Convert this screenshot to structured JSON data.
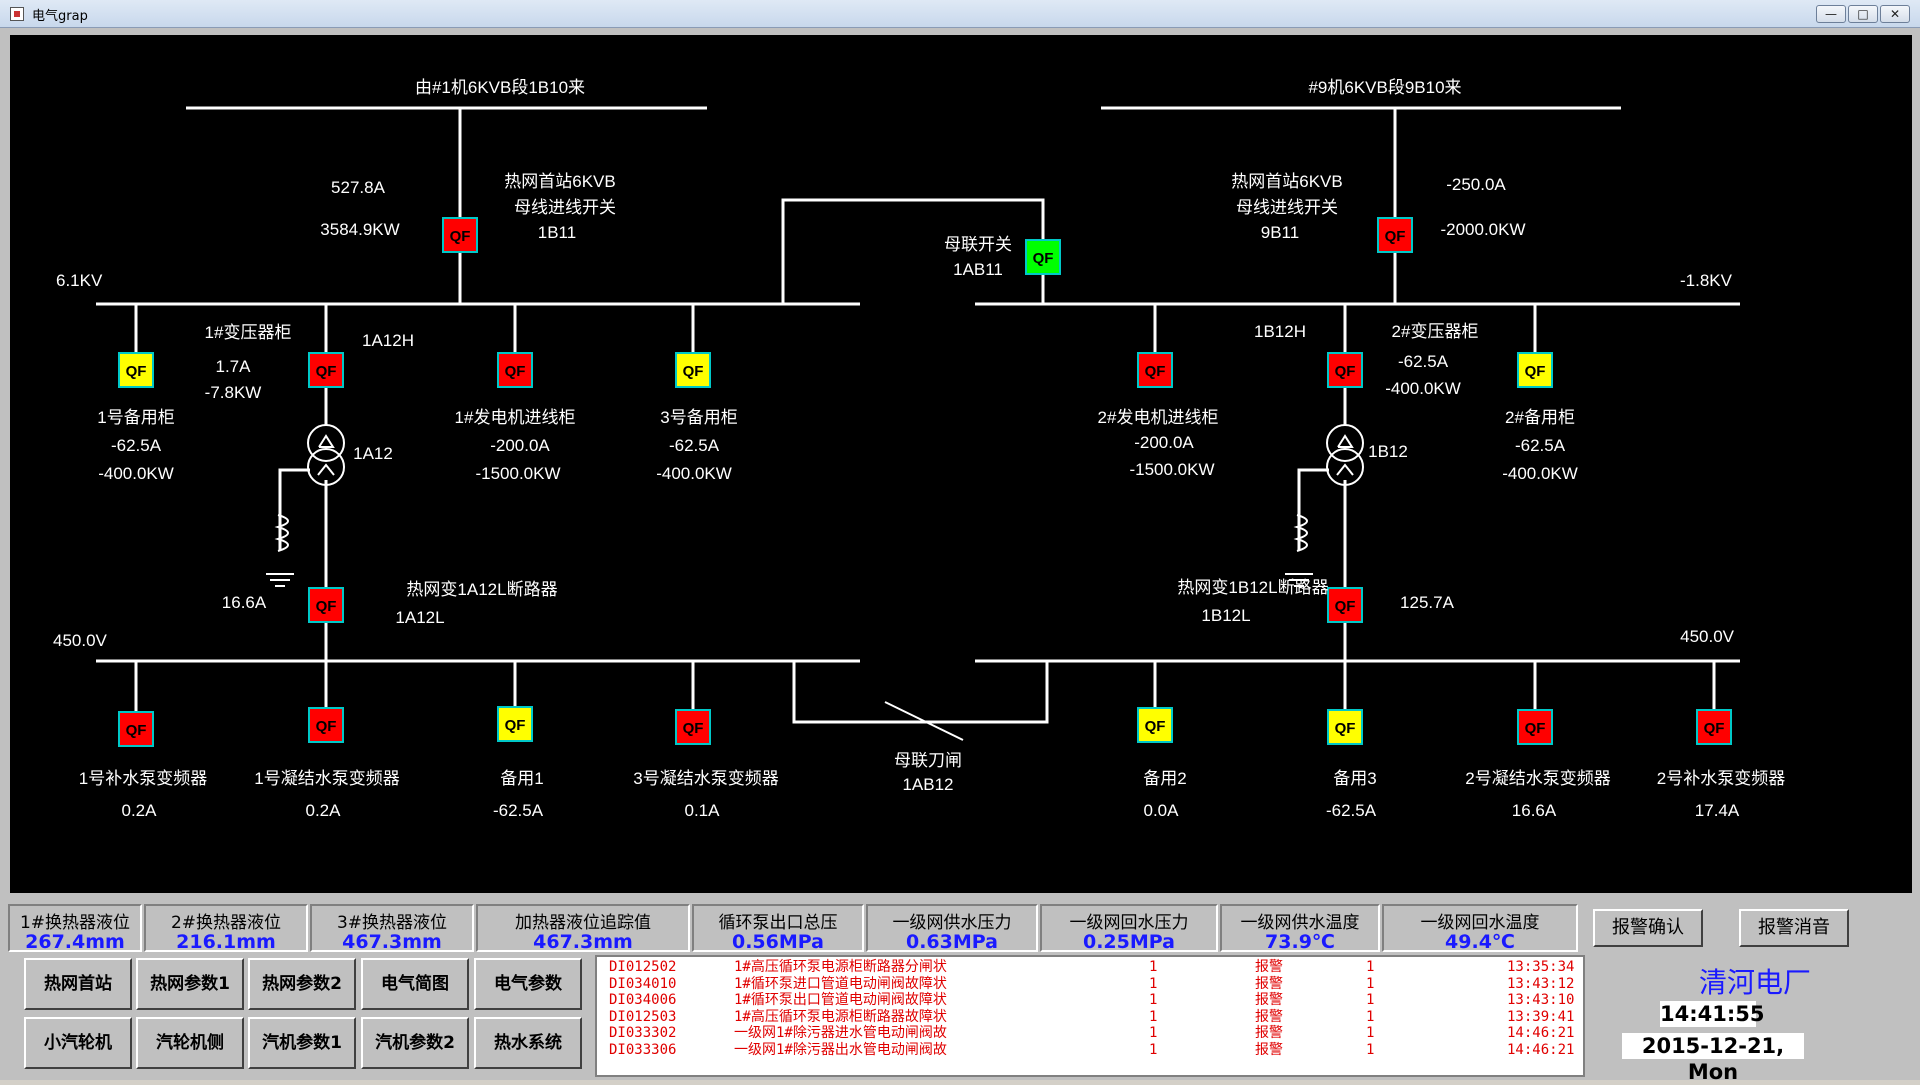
{
  "window": {
    "title": "电气grap"
  },
  "diagram": {
    "bus_labels": {
      "top_left_source": "由#1机6KVB段1B10来",
      "top_right_source": "#9机6KVB段9B10来",
      "left_6kv_voltage": "6.1KV",
      "right_6kv_voltage": "-1.8KV",
      "left_low_voltage": "450.0V",
      "right_low_voltage": "450.0V"
    },
    "incoming_left": {
      "current": "527.8A",
      "power": "3584.9KW",
      "name_l1": "热网首站6KVB",
      "name_l2": "母线进线开关",
      "code": "1B11",
      "state": "closed"
    },
    "incoming_right": {
      "current": "-250.0A",
      "power": "-2000.0KW",
      "name_l1": "热网首站6KVB",
      "name_l2": "母线进线开关",
      "code": "9B11",
      "state": "closed"
    },
    "tie_breaker": {
      "name": "母联开关",
      "code": "1AB11",
      "state": "open"
    },
    "tie_knife": {
      "name": "母联刀闸",
      "code": "1AB12"
    },
    "breaker_label": "QF",
    "feeders_6kv": [
      {
        "name": "1号备用柜",
        "current": "-62.5A",
        "power": "-400.0KW",
        "state": "standby"
      },
      {
        "name": "1#变压器柜",
        "code": "1A12H",
        "current": "1.7A",
        "power": "-7.8KW",
        "state": "closed"
      },
      {
        "name": "1#发电机进线柜",
        "current": "-200.0A",
        "power": "-1500.0KW",
        "state": "closed"
      },
      {
        "name": "3号备用柜",
        "current": "-62.5A",
        "power": "-400.0KW",
        "state": "standby"
      },
      {
        "name": "2#发电机进线柜",
        "current": "-200.0A",
        "power": "-1500.0KW",
        "state": "closed"
      },
      {
        "name": "2#变压器柜",
        "code": "1B12H",
        "current": "-62.5A",
        "power": "-400.0KW",
        "state": "closed"
      },
      {
        "name": "2#备用柜",
        "current": "-62.5A",
        "power": "-400.0KW",
        "state": "standby"
      }
    ],
    "transformers": [
      {
        "code": "1A12",
        "breaker_name": "热网变1A12L断路器",
        "breaker_code": "1A12L",
        "current": "16.6A",
        "state": "closed"
      },
      {
        "code": "1B12",
        "breaker_name": "热网变1B12L断路器",
        "breaker_code": "1B12L",
        "current": "125.7A",
        "state": "closed"
      }
    ],
    "feeders_low": [
      {
        "name": "1号补水泵变频器",
        "current": "0.2A",
        "state": "closed"
      },
      {
        "name": "1号凝结水泵变频器",
        "current": "0.2A",
        "state": "closed"
      },
      {
        "name": "备用1",
        "current": "-62.5A",
        "state": "standby"
      },
      {
        "name": "3号凝结水泵变频器",
        "current": "0.1A",
        "state": "closed"
      },
      {
        "name": "备用2",
        "current": "0.0A",
        "state": "standby"
      },
      {
        "name": "备用3",
        "current": "-62.5A",
        "state": "standby"
      },
      {
        "name": "2号凝结水泵变频器",
        "current": "16.6A",
        "state": "closed"
      },
      {
        "name": "2号补水泵变频器",
        "current": "17.4A",
        "state": "closed"
      }
    ],
    "colors": {
      "closed": "#ff0000",
      "open": "#00ff00",
      "standby": "#ffff00",
      "line": "#ffffff",
      "breaker_border": "#00c8c8",
      "background": "#000000"
    }
  },
  "sensors": [
    {
      "label": "1#换热器液位",
      "value": "267.4mm"
    },
    {
      "label": "2#换热器液位",
      "value": "216.1mm"
    },
    {
      "label": "3#换热器液位",
      "value": "467.3mm"
    },
    {
      "label": "加热器液位追踪值",
      "value": "467.3mm"
    },
    {
      "label": "循环泵出口总压",
      "value": "0.56MPa"
    },
    {
      "label": "一级网供水压力",
      "value": "0.63MPa"
    },
    {
      "label": "一级网回水压力",
      "value": "0.25MPa"
    },
    {
      "label": "一级网供水温度",
      "value": "73.9℃"
    },
    {
      "label": "一级网回水温度",
      "value": "49.4℃"
    }
  ],
  "nav": [
    [
      "热网首站",
      "热网参数1",
      "热网参数2",
      "电气简图",
      "电气参数"
    ],
    [
      "小汽轮机",
      "汽轮机侧",
      "汽机参数1",
      "汽机参数2",
      "热水系统"
    ]
  ],
  "alarm_buttons": {
    "confirm": "报警确认",
    "silence": "报警消音"
  },
  "alarms": [
    {
      "code": "DI012502",
      "desc": "1#高压循环泵电源柜断路器分闸状",
      "v1": "1",
      "type": "报警",
      "v2": "1",
      "time": "13:35:34"
    },
    {
      "code": "DI034010",
      "desc": "1#循环泵进口管道电动闸阀故障状",
      "v1": "1",
      "type": "报警",
      "v2": "1",
      "time": "13:43:12"
    },
    {
      "code": "DI034006",
      "desc": "1#循环泵出口管道电动闸阀故障状",
      "v1": "1",
      "type": "报警",
      "v2": "1",
      "time": "13:43:10"
    },
    {
      "code": "DI012503",
      "desc": "1#高压循环泵电源柜断路器故障状",
      "v1": "1",
      "type": "报警",
      "v2": "1",
      "time": "13:39:41"
    },
    {
      "code": "DI033302",
      "desc": "一级网1#除污器进水管电动闸阀故",
      "v1": "1",
      "type": "报警",
      "v2": "1",
      "time": "14:46:21"
    },
    {
      "code": "DI033306",
      "desc": "一级网1#除污器出水管电动闸阀故",
      "v1": "1",
      "type": "报警",
      "v2": "1",
      "time": "14:46:21"
    }
  ],
  "plant": {
    "name": "清河电厂",
    "time": "14:41:55",
    "date": "2015-12-21, Mon"
  }
}
